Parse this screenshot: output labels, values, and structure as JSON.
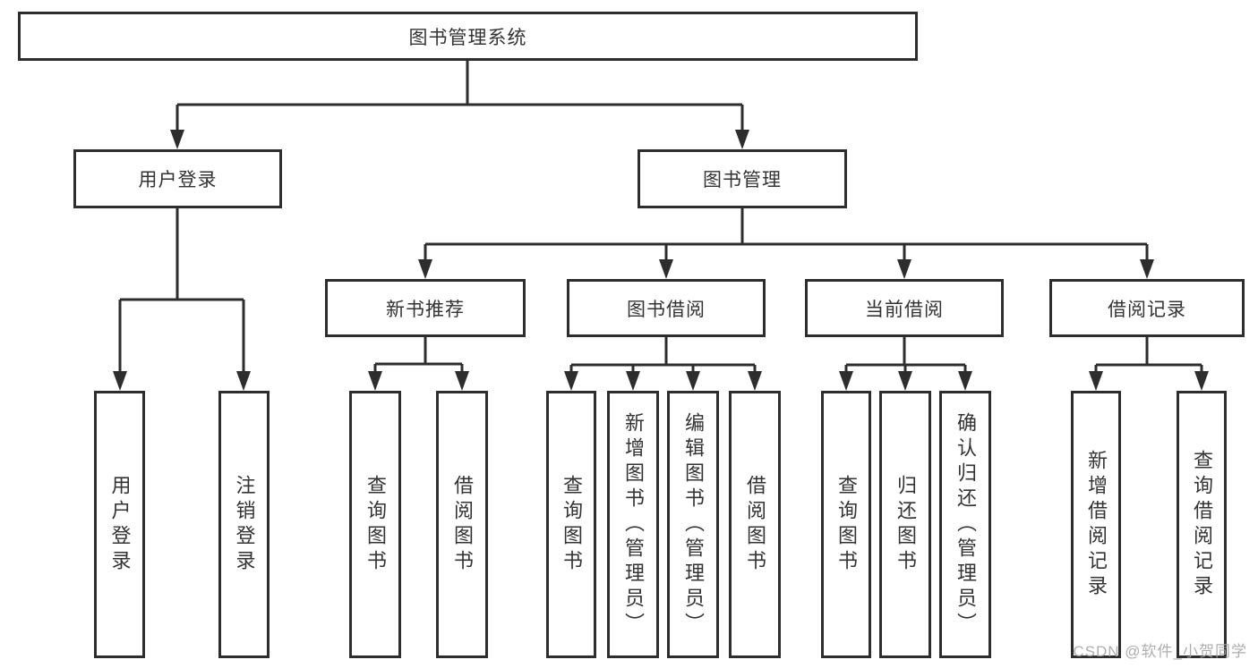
{
  "diagram": {
    "type": "tree-diagram",
    "colors": {
      "line": "#2d2d2d",
      "box_border": "#2d2d2d",
      "text": "#333333",
      "watermark": "#a6a6a6",
      "background": "#ffffff"
    },
    "tree": {
      "label": "图书管理系统",
      "children": [
        {
          "label": "用户登录",
          "children": [
            {
              "label": "用户登录"
            },
            {
              "label": "注销登录"
            }
          ]
        },
        {
          "label": "图书管理",
          "children": [
            {
              "label": "新书推荐",
              "children": [
                {
                  "label": "查询图书"
                },
                {
                  "label": "借阅图书"
                }
              ]
            },
            {
              "label": "图书借阅",
              "children": [
                {
                  "label": "查询图书"
                },
                {
                  "label": "新增图书（管理员）"
                },
                {
                  "label": "编辑图书（管理员）"
                },
                {
                  "label": "借阅图书"
                }
              ]
            },
            {
              "label": "当前借阅",
              "children": [
                {
                  "label": "查询图书"
                },
                {
                  "label": "归还图书"
                },
                {
                  "label": "确认归还（管理员）"
                }
              ]
            },
            {
              "label": "借阅记录",
              "children": [
                {
                  "label": "新增借阅记录"
                },
                {
                  "label": "查询借阅记录"
                }
              ]
            }
          ]
        }
      ]
    },
    "watermark": "CSDN @软件_小贺同学"
  }
}
